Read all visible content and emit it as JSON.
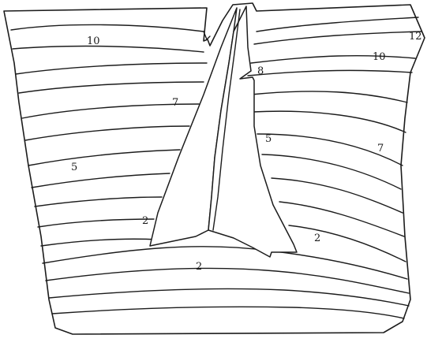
{
  "figure": {
    "labels": {
      "left_10": "10",
      "left_7": "7",
      "left_5": "5",
      "left_2": "2",
      "right_12": "12",
      "right_10": "10",
      "right_8": "8",
      "right_5": "5",
      "right_7": "7",
      "right_2": "2",
      "bottom_2": "2"
    }
  },
  "colors": {
    "ink": "#1c1c1c",
    "paper": "#ffffff"
  }
}
